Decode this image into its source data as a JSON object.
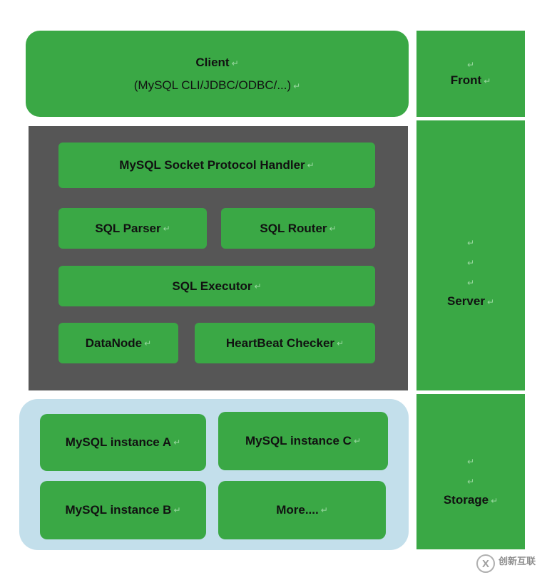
{
  "client": {
    "title": "Client",
    "subtitle": "(MySQL CLI/JDBC/ODBC/...)"
  },
  "server": {
    "protocol_handler": "MySQL Socket Protocol Handler",
    "parser": "SQL Parser",
    "router": "SQL Router",
    "executor": "SQL Executor",
    "datanode": "DataNode",
    "heartbeat": "HeartBeat Checker"
  },
  "storage": {
    "instance_a": "MySQL instance A",
    "instance_c": "MySQL instance C",
    "instance_b": "MySQL instance B",
    "more": "More...."
  },
  "tiers": {
    "front": "Front",
    "server": "Server",
    "storage": "Storage"
  },
  "marks": {
    "paragraph": "↵"
  },
  "watermark": {
    "icon": "X",
    "text": "创新互联"
  },
  "colors": {
    "green": "#3aa845",
    "dark": "#565656",
    "light_blue": "#c3dfeb"
  }
}
